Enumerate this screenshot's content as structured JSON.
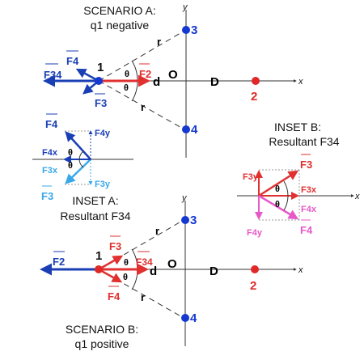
{
  "scenario_a": {
    "title": "SCENARIO A:",
    "subtitle": "q1 negative"
  },
  "scenario_b": {
    "title": "SCENARIO B:",
    "subtitle": "q1 positive"
  },
  "inset_a": {
    "title": "INSET A:",
    "subtitle": "Resultant F34"
  },
  "inset_b": {
    "title": "INSET B:",
    "subtitle": "Resultant F34"
  },
  "labels": {
    "charge1": "1",
    "charge2": "2",
    "charge3": "3",
    "charge4": "4",
    "origin": "O",
    "d": "d",
    "D": "D",
    "r": "r",
    "theta": "θ",
    "x_axis": "x",
    "y_axis": "y"
  },
  "forces": {
    "F2": "F2",
    "F3": "F3",
    "F4": "F4",
    "F34": "F34",
    "F3x": "F3x",
    "F3y": "F3y",
    "F4x": "F4x",
    "F4y": "F4y"
  },
  "colors": {
    "blue": "#1a3fb5",
    "red": "#e03030",
    "light_blue": "#3aa8e8",
    "pink": "#e858c8",
    "charge_blue": "#1538d0",
    "charge_red": "#e02828"
  }
}
